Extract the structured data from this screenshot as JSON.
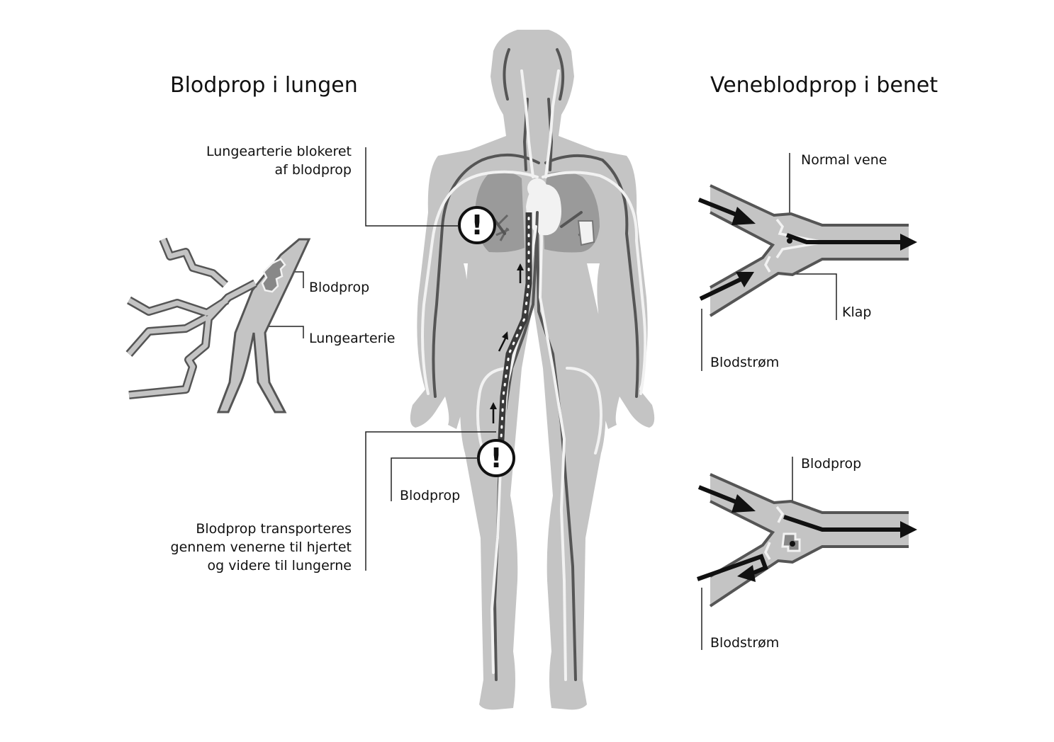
{
  "left_panel": {
    "title": "Blodprop i lungen",
    "blocked_label_line1": "Lungearterie blokeret",
    "blocked_label_line2": "af blodprop",
    "clot_label": "Blodprop",
    "artery_label": "Lungearterie"
  },
  "center_panel": {
    "clot_label": "Blodprop",
    "transport_line1": "Blodprop transporteres",
    "transport_line2": "gennem venerne til hjertet",
    "transport_line3": "og videre til lungerne",
    "warning_symbol": "!"
  },
  "right_panel": {
    "title": "Veneblodprop i benet",
    "normal_label": "Normal vene",
    "valve_label": "Klap",
    "flow_label_top": "Blodstrøm",
    "clot_label": "Blodprop",
    "flow_label_bottom": "Blodstrøm"
  },
  "colors": {
    "body_fill": "#c4c4c4",
    "organ_fill": "#9a9a9a",
    "vessel_dark": "#555555",
    "vessel_light": "#f2f2f2",
    "line": "#222222"
  }
}
